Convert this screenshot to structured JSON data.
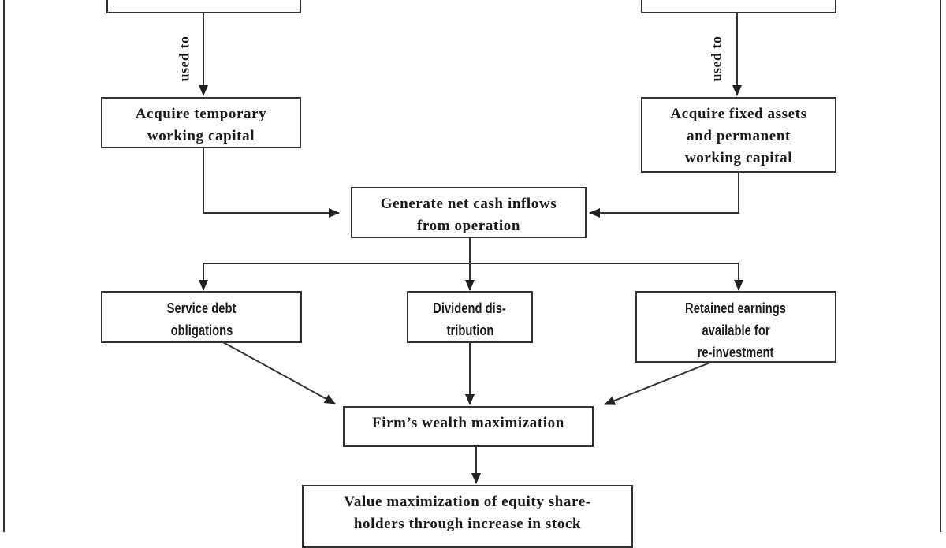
{
  "diagram": {
    "type": "flowchart",
    "line_color": "#333333",
    "edge_labels": {
      "left": "used to",
      "right": "used to"
    },
    "nodes": {
      "top_left": {
        "lines": [
          ""
        ]
      },
      "top_right": {
        "lines": [
          ""
        ]
      },
      "acquire_temporary": {
        "lines": [
          "Acquire temporary",
          "working capital"
        ]
      },
      "acquire_fixed": {
        "lines": [
          "Acquire fixed assets",
          "and permanent",
          "working capital"
        ]
      },
      "generate_cash": {
        "lines": [
          "Generate net cash inflows",
          "from operation"
        ]
      },
      "service_debt": {
        "lines": [
          "Service debt",
          "obligations"
        ]
      },
      "dividend": {
        "lines": [
          "Dividend dis-",
          "tribution"
        ]
      },
      "retained": {
        "lines": [
          "Retained earnings",
          "available for",
          "re-investment"
        ]
      },
      "wealth": {
        "lines": [
          "Firm’s wealth maximization"
        ]
      },
      "value_max": {
        "lines": [
          "Value maximization of equity share-",
          "holders through increase in stock"
        ]
      }
    },
    "edges": [
      {
        "from": "top_left",
        "to": "acquire_temporary",
        "label": "used to"
      },
      {
        "from": "top_right",
        "to": "acquire_fixed",
        "label": "used to"
      },
      {
        "from": "acquire_temporary",
        "to": "generate_cash"
      },
      {
        "from": "acquire_fixed",
        "to": "generate_cash"
      },
      {
        "from": "generate_cash",
        "to": "service_debt"
      },
      {
        "from": "generate_cash",
        "to": "dividend"
      },
      {
        "from": "generate_cash",
        "to": "retained"
      },
      {
        "from": "service_debt",
        "to": "wealth"
      },
      {
        "from": "dividend",
        "to": "wealth"
      },
      {
        "from": "retained",
        "to": "wealth"
      },
      {
        "from": "wealth",
        "to": "value_max"
      }
    ]
  }
}
